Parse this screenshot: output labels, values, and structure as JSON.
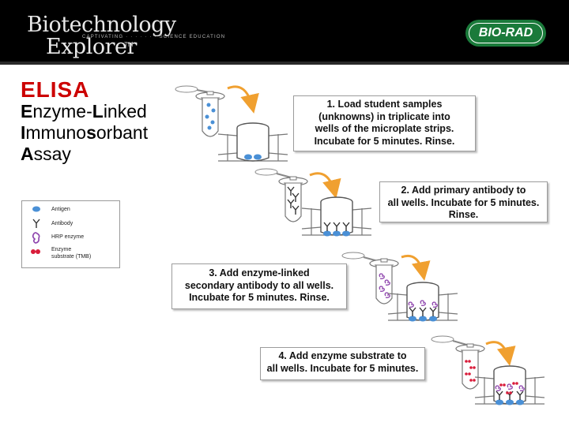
{
  "header": {
    "brand_line1": "Biotechnology",
    "brand_line2": "Explorer",
    "brand_tm": "TM",
    "tagline": "CAPTIVATING · · · · · · · SCIENCE EDUCATION",
    "logo_text": "BIO-RAD"
  },
  "title": {
    "acronym": "ELISA",
    "line1_bold": "E",
    "line1_rest": "nzyme-",
    "line1_bold2": "L",
    "line1_rest2": "inked",
    "line2_bold": "I",
    "line2_rest": "mmuno",
    "line2_bold2": "s",
    "line2_rest2": "orbant",
    "line3_bold": "A",
    "line3_rest": "ssay"
  },
  "legend": {
    "items": [
      "Antigen",
      "Antibody",
      "HRP enzyme",
      "Enzyme",
      "substrate (TMB)"
    ]
  },
  "steps": [
    "1. Load student samples\n(unknowns) in triplicate into\nwells of the microplate strips.\nIncubate for 5 minutes. Rinse.",
    "2. Add primary antibody to\nall wells. Incubate for 5 minutes.\nRinse.",
    "3. Add enzyme-linked\nsecondary antibody to all wells.\nIncubate for 5 minutes. Rinse.",
    "4. Add enzyme substrate to\nall wells. Incubate for 5 minutes."
  ],
  "colors": {
    "header_bg": "#000000",
    "logo_green": "#1a7a3a",
    "acronym_red": "#cc0000",
    "antigen_blue": "#4a90d6",
    "hrp_purple": "#8e44ad",
    "substrate_red": "#d91c3a",
    "arrow_orange": "#f0a030"
  }
}
